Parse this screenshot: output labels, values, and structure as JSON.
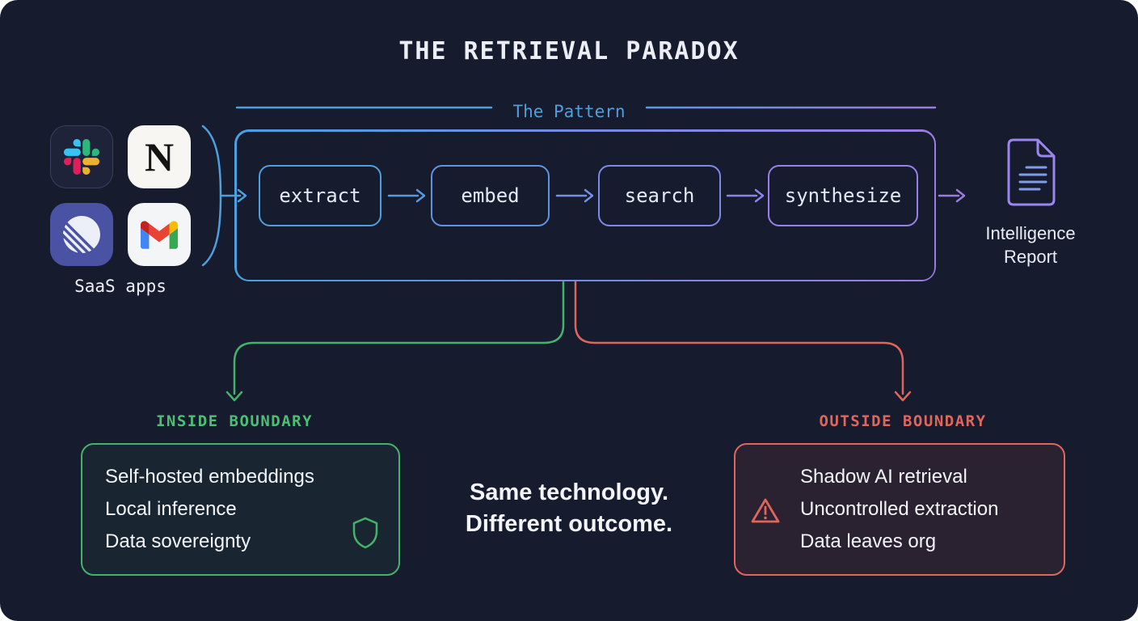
{
  "title": "THE RETRIEVAL PARADOX",
  "pattern": {
    "label": "The Pattern",
    "stages": [
      {
        "label": "extract"
      },
      {
        "label": "embed"
      },
      {
        "label": "search"
      },
      {
        "label": "synthesize"
      }
    ]
  },
  "sources": {
    "label": "SaaS apps",
    "notion_glyph": "N",
    "apps": [
      "Slack",
      "Notion",
      "Linear",
      "Gmail"
    ]
  },
  "output": {
    "line1": "Intelligence",
    "line2": "Report"
  },
  "branches": {
    "inside": {
      "heading": "INSIDE BOUNDARY",
      "items": [
        "Self-hosted embeddings",
        "Local inference",
        "Data sovereignty"
      ]
    },
    "outside": {
      "heading": "OUTSIDE BOUNDARY",
      "items": [
        "Shadow AI retrieval",
        "Uncontrolled extraction",
        "Data leaves org"
      ]
    }
  },
  "tagline": {
    "line1": "Same technology.",
    "line2": "Different outcome."
  },
  "icons": {
    "sources": [
      "slack-icon",
      "notion-icon",
      "linear-icon",
      "gmail-icon"
    ],
    "output": "document-icon",
    "inside": "shield-icon",
    "outside": "warning-triangle-icon"
  },
  "colors": {
    "background": "#161b2d",
    "blue": "#4d9fdd",
    "purple": "#9b7ce0",
    "green": "#43b36a",
    "red": "#e0665c"
  }
}
